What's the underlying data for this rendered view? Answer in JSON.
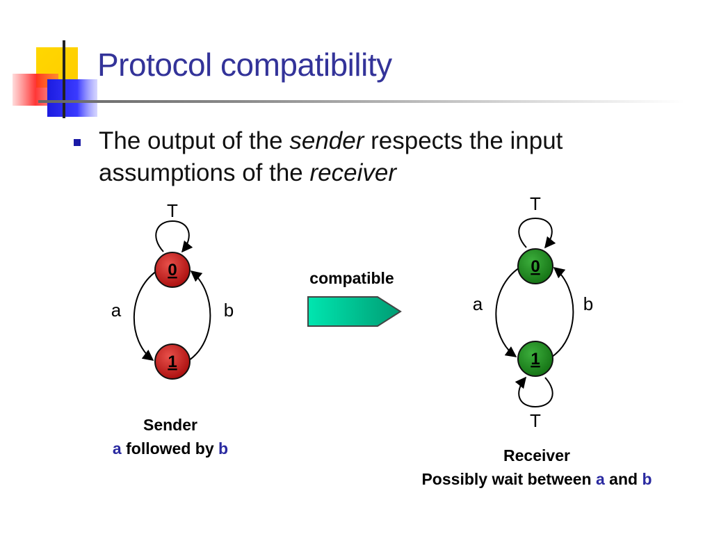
{
  "slide": {
    "title": "Protocol compatibility",
    "bullet": {
      "part1": "The output of the ",
      "sender_word": "sender",
      "part2": " respects the input assumptions of the ",
      "receiver_word": "receiver"
    }
  },
  "diagram": {
    "compatible_label": "compatible",
    "sender": {
      "loop_label": "T",
      "state_top": "0",
      "state_bottom": "1",
      "edge_left": "a",
      "edge_right": "b",
      "caption_title": "Sender",
      "caption_sym1": "a",
      "caption_mid": " followed by ",
      "caption_sym2": "b",
      "node_color": "#c8141a"
    },
    "receiver": {
      "loop_top_label": "T",
      "loop_bottom_label": "T",
      "state_top": "0",
      "state_bottom": "1",
      "edge_left": "a",
      "edge_right": "b",
      "caption_title": "Receiver",
      "caption_pre": "Possibly wait between ",
      "caption_sym1": "a",
      "caption_mid": " and ",
      "caption_sym2": "b",
      "node_color": "#1f8a1f"
    },
    "arrow_color": "#00cc99"
  }
}
